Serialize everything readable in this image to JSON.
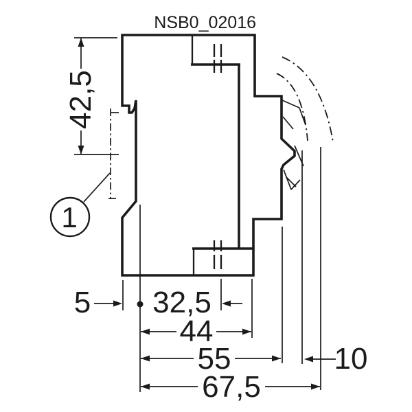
{
  "drawing": {
    "title": "NSB0_02016",
    "callout": {
      "number": "1"
    },
    "dimensions": {
      "vertical_height": "42,5",
      "front_offset": "5",
      "terminal_depth": "32,5",
      "body_depth_44": "44",
      "body_depth_55": "55",
      "total_depth": "67,5",
      "clip_extension": "10"
    },
    "colors": {
      "line": "#1b1b1b",
      "background": "#ffffff"
    }
  }
}
